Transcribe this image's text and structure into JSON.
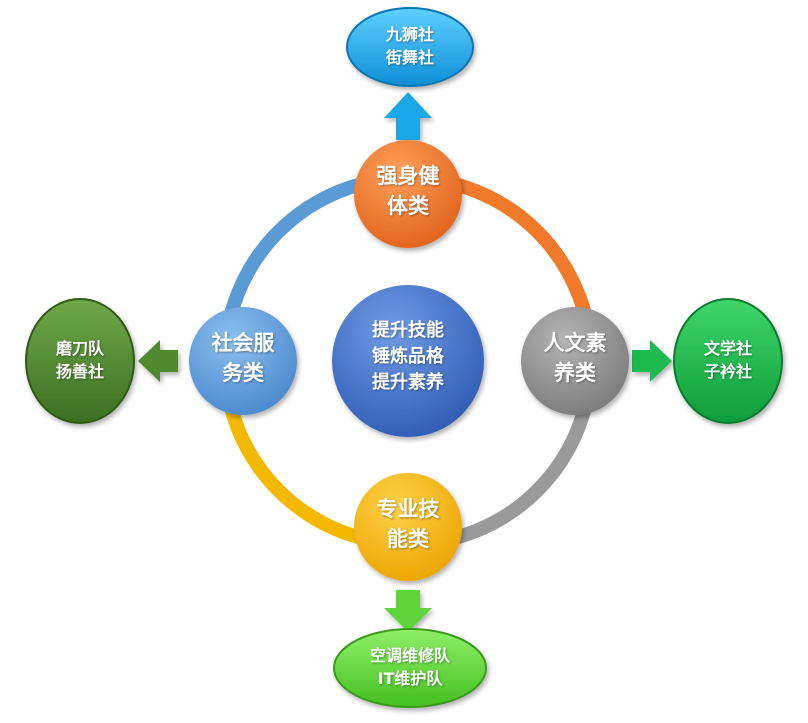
{
  "center": {
    "lines": [
      "提升技能",
      "锤炼品格",
      "提升素养"
    ],
    "color": "#3f6fc6"
  },
  "categories": {
    "top": {
      "lines": [
        "强身健",
        "体类"
      ],
      "color": "#f07a2a"
    },
    "right": {
      "lines": [
        "人文素",
        "养类"
      ],
      "color": "#8c8c8c"
    },
    "bottom": {
      "lines": [
        "专业技",
        "能类"
      ],
      "color": "#f5b800"
    },
    "left": {
      "lines": [
        "社会服",
        "务类"
      ],
      "color": "#5b9bd5"
    }
  },
  "clubs": {
    "top": {
      "lines": [
        "九狮社",
        "街舞社"
      ],
      "color": "#1aa8e8"
    },
    "right": {
      "lines": [
        "文学社",
        "子衿社"
      ],
      "color": "#1fba4f"
    },
    "bottom": {
      "lines": [
        "空调维修队",
        "IT维护队"
      ],
      "color": "#5ed43a"
    },
    "left": {
      "lines": [
        "磨刀队",
        "扬善社"
      ],
      "color": "#4f8a2e"
    }
  },
  "ring_colors": {
    "top_right": "#f07a2a",
    "right_bottom": "#9a9a9a",
    "bottom_left": "#f5b800",
    "left_top": "#5b9bd5"
  }
}
